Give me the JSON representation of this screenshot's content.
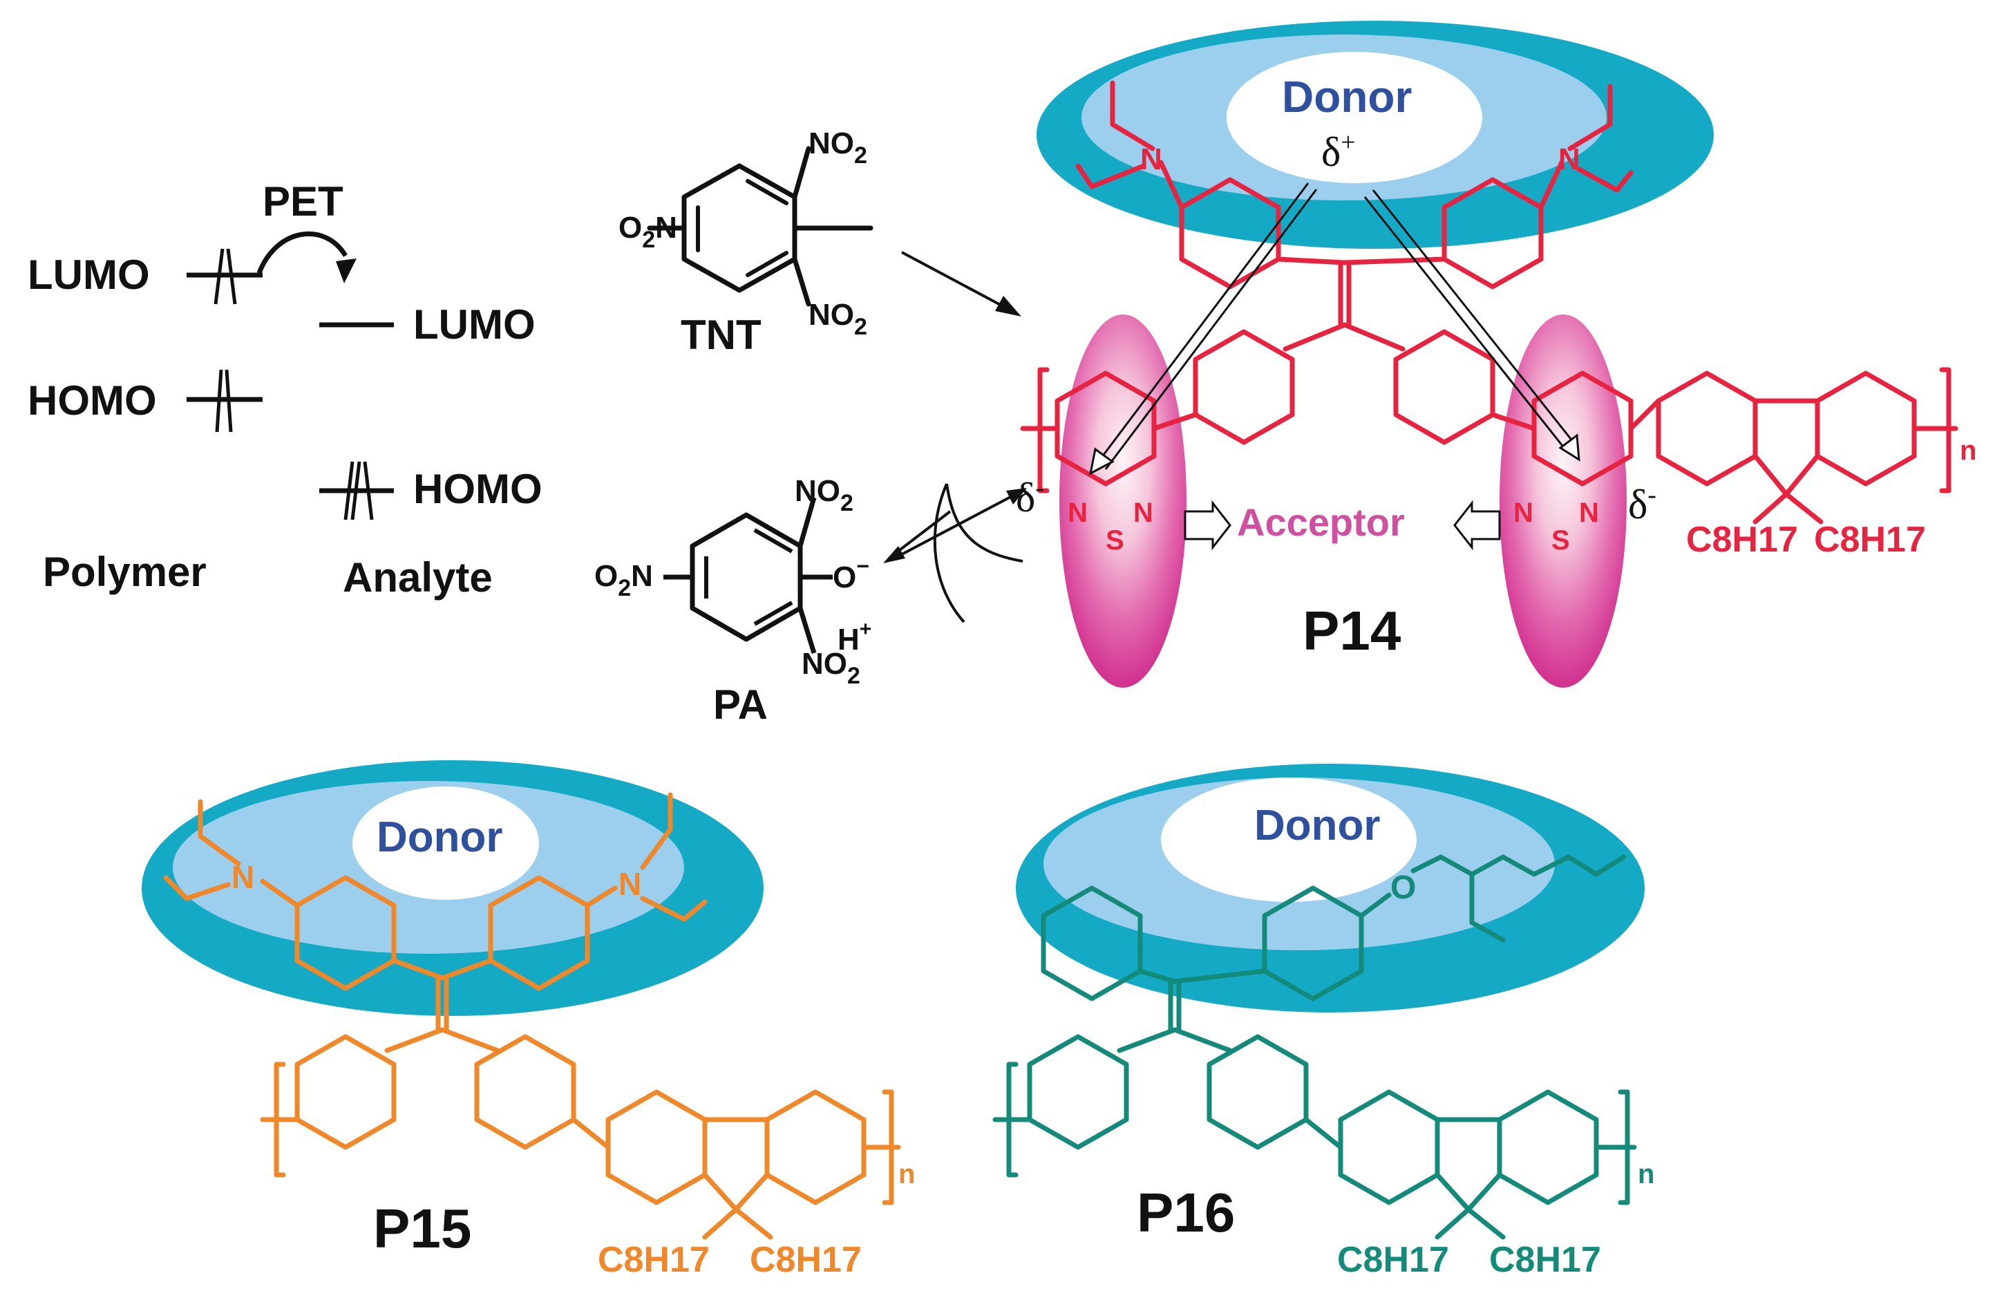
{
  "energy_diagram": {
    "pet": "PET",
    "polymer_lumo": "LUMO",
    "polymer_homo": "HOMO",
    "analyte_lumo": "LUMO",
    "analyte_homo": "HOMO",
    "polymer": "Polymer",
    "analyte": "Analyte"
  },
  "analytes": {
    "tnt": "TNT",
    "pa": "PA",
    "no2": "NO",
    "no2_sub": "2",
    "o2n": "O",
    "o2n_sub": "2",
    "n": "N",
    "o_minus": "O",
    "minus": "−",
    "h": "H",
    "plus": "+"
  },
  "p14": {
    "name": "P14",
    "donor": "Donor",
    "delta_plus": "δ",
    "plus": "+",
    "delta_minus": "δ",
    "minus": "-",
    "acceptor": "Acceptor",
    "n": "N",
    "s": "S",
    "c8h17": "C8H17",
    "repeat": "n"
  },
  "p15": {
    "name": "P15",
    "donor": "Donor",
    "n": "N",
    "c8h17": "C8H17",
    "repeat": "n"
  },
  "p16": {
    "name": "P16",
    "donor": "Donor",
    "o": "O",
    "c8h17": "C8H17",
    "repeat": "n"
  },
  "colors": {
    "text": "#111111",
    "donor_label": "#2f4f9f",
    "acceptor_label": "#d04fa0",
    "p14": "#e8233f",
    "p15": "#f0882a",
    "p16": "#148a7a",
    "donor_outer": "#14aac6",
    "donor_inner": "#9ccfee",
    "acceptor_outer": "#d6339a",
    "acceptor_inner": "#fbe3ee"
  }
}
